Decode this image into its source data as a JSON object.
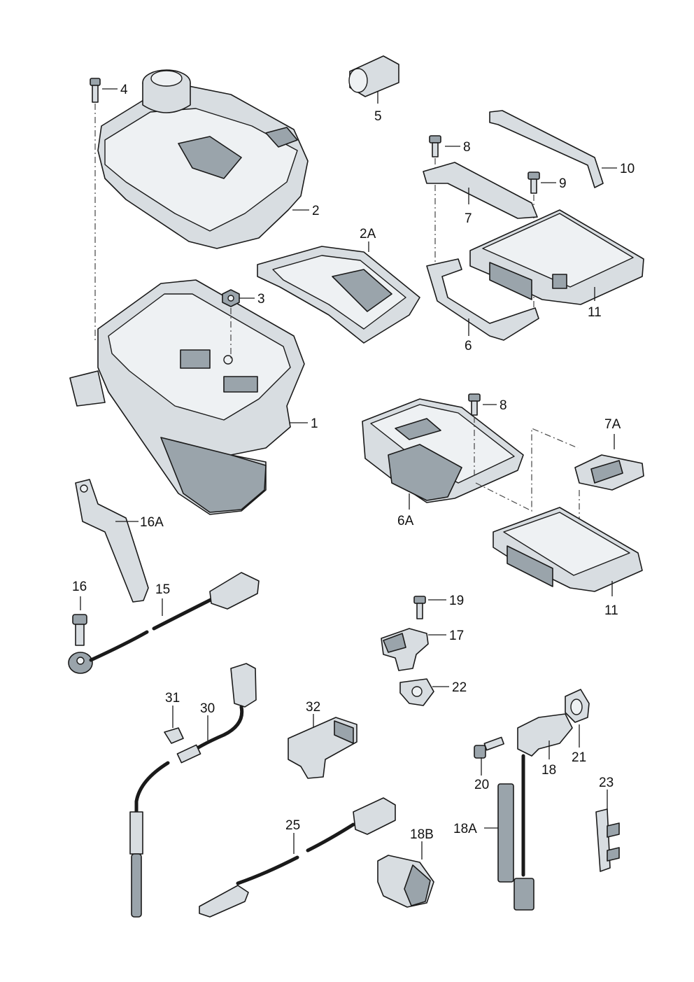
{
  "callouts": {
    "c1": "1",
    "c2": "2",
    "c2A": "2A",
    "c3": "3",
    "c4": "4",
    "c5": "5",
    "c6": "6",
    "c6A": "6A",
    "c7": "7",
    "c7A": "7A",
    "c8a": "8",
    "c8b": "8",
    "c9": "9",
    "c10": "10",
    "c11a": "11",
    "c11b": "11",
    "c15": "15",
    "c16": "16",
    "c16A": "16A",
    "c17": "17",
    "c18": "18",
    "c18A": "18A",
    "c18B": "18B",
    "c19": "19",
    "c20": "20",
    "c21": "21",
    "c22": "22",
    "c23": "23",
    "c25": "25",
    "c30": "30",
    "c31": "31",
    "c32": "32"
  }
}
